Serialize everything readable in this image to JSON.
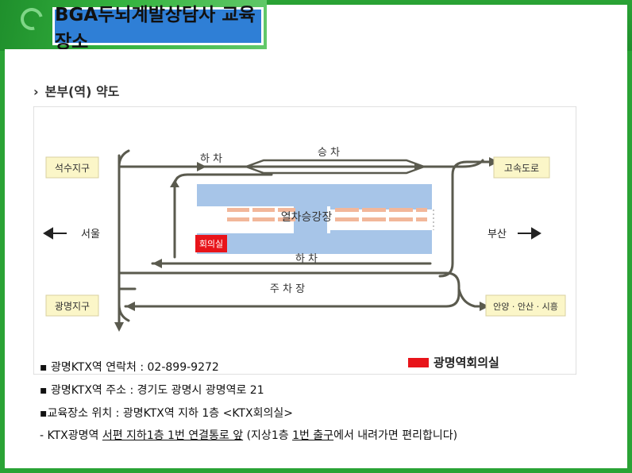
{
  "header": {
    "title": "BGA두뇌계발상담사 교육장소"
  },
  "section": {
    "heading": "본부(역) 약도"
  },
  "map": {
    "labels": {
      "top_left_box": "석수지구",
      "top_right_box": "고속도로",
      "bottom_left_box": "광명지구",
      "bottom_right_box": "안양 · 안산 · 시흥",
      "left_dir": "서울",
      "right_dir": "부산",
      "unload_top": "하  차",
      "board": "승  차",
      "platform": "열차승강장",
      "meeting_room": "회의실",
      "unload_bottom": "하  차",
      "parking": "주  차  장"
    },
    "colors": {
      "road": "#5a5a4e",
      "platform_blue": "#a7c5e8",
      "track_pink": "#f2b79a",
      "region_box": "#fbf6c8",
      "meeting_red": "#e8141a"
    }
  },
  "legend": {
    "label": "광명역회의실"
  },
  "info": {
    "line1": "▪ 광명KTX역 연락처 : 02-899-9272",
    "line2": "▪ 광명KTX역 주소 : 경기도 광명시 광명역로 21",
    "line3": "▪교육장소 위치 : 광명KTX역 지하 1층 <KTX회의실>",
    "line4_prefix": "- KTX광명역 ",
    "line4_underlined": "서편 지하1층 1번 연결통로 앞",
    "line4_middle": " (지상1층 ",
    "line4_underlined2": "1번 출구",
    "line4_suffix": "에서 내려가면 편리합니다)"
  }
}
